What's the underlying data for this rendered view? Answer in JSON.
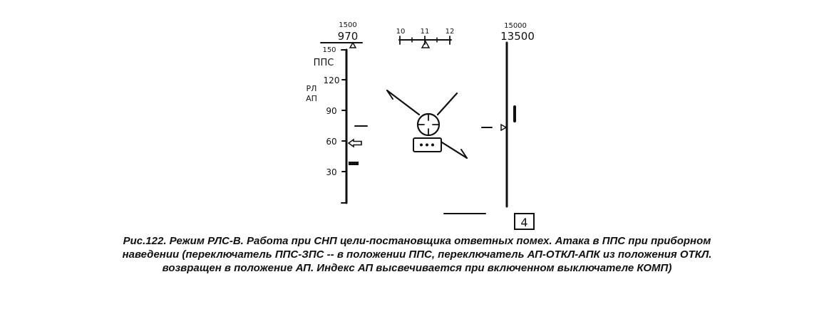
{
  "speed_scale": {
    "top_value": "1500",
    "current_value": "970",
    "top_tick": "150",
    "mode_label": "ППС",
    "radar_label_1": "РЛ",
    "radar_label_2": "АП",
    "ticks": [
      "120",
      "90",
      "60",
      "30"
    ]
  },
  "heading_scale": {
    "ticks": [
      "10",
      "11",
      "12"
    ]
  },
  "altitude_scale": {
    "top_value": "15000",
    "current_value": "13500"
  },
  "mode_indicator": "4",
  "caption": {
    "line1": "Рис.122. Режим РЛС-В. Работа при СНП цели-постановщика ответных помех. Атака в ППС при приборном",
    "line2": "наведении (переключатель ППС-ЗПС -- в положении ППС, переключатель АП-ОТКЛ-АПК из положения ОТКЛ.",
    "line3": "возвращен в положение АП. Индекс АП высвечивается при включенном выключателе КОМП)"
  }
}
